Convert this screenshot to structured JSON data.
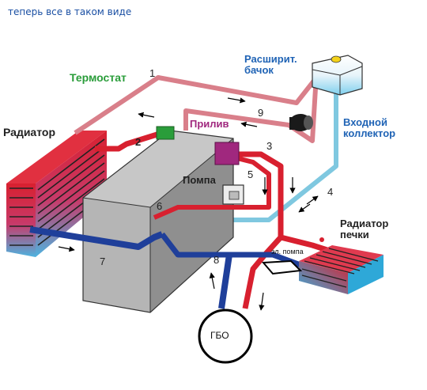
{
  "caption": "теперь все в таком виде",
  "labels": {
    "thermostat": "Термостат",
    "radiator": "Радиатор",
    "inflow": "Прилив",
    "pump": "Помпа",
    "expansion_tank_line1": "Расширит.",
    "expansion_tank_line2": "бачок",
    "inlet_manifold_line1": "Входной",
    "inlet_manifold_line2": "коллектор",
    "heater_radiator_line1": "Радиатор",
    "heater_radiator_line2": "печки",
    "electric_pump": "эл. помпа",
    "gbo": "ГБО"
  },
  "pipe_numbers": [
    "1",
    "2",
    "3",
    "4",
    "5",
    "6",
    "7",
    "8",
    "9"
  ],
  "colors": {
    "hot": "#d8202f",
    "warm": "#d97f8a",
    "cold": "#7fc8e0",
    "return": "#1f3f9a",
    "thermostat_green": "#2a9d3a",
    "inflow_purple": "#a0287e",
    "manifold_blue": "#1f63b5",
    "caption_blue": "#1a4fa3"
  }
}
